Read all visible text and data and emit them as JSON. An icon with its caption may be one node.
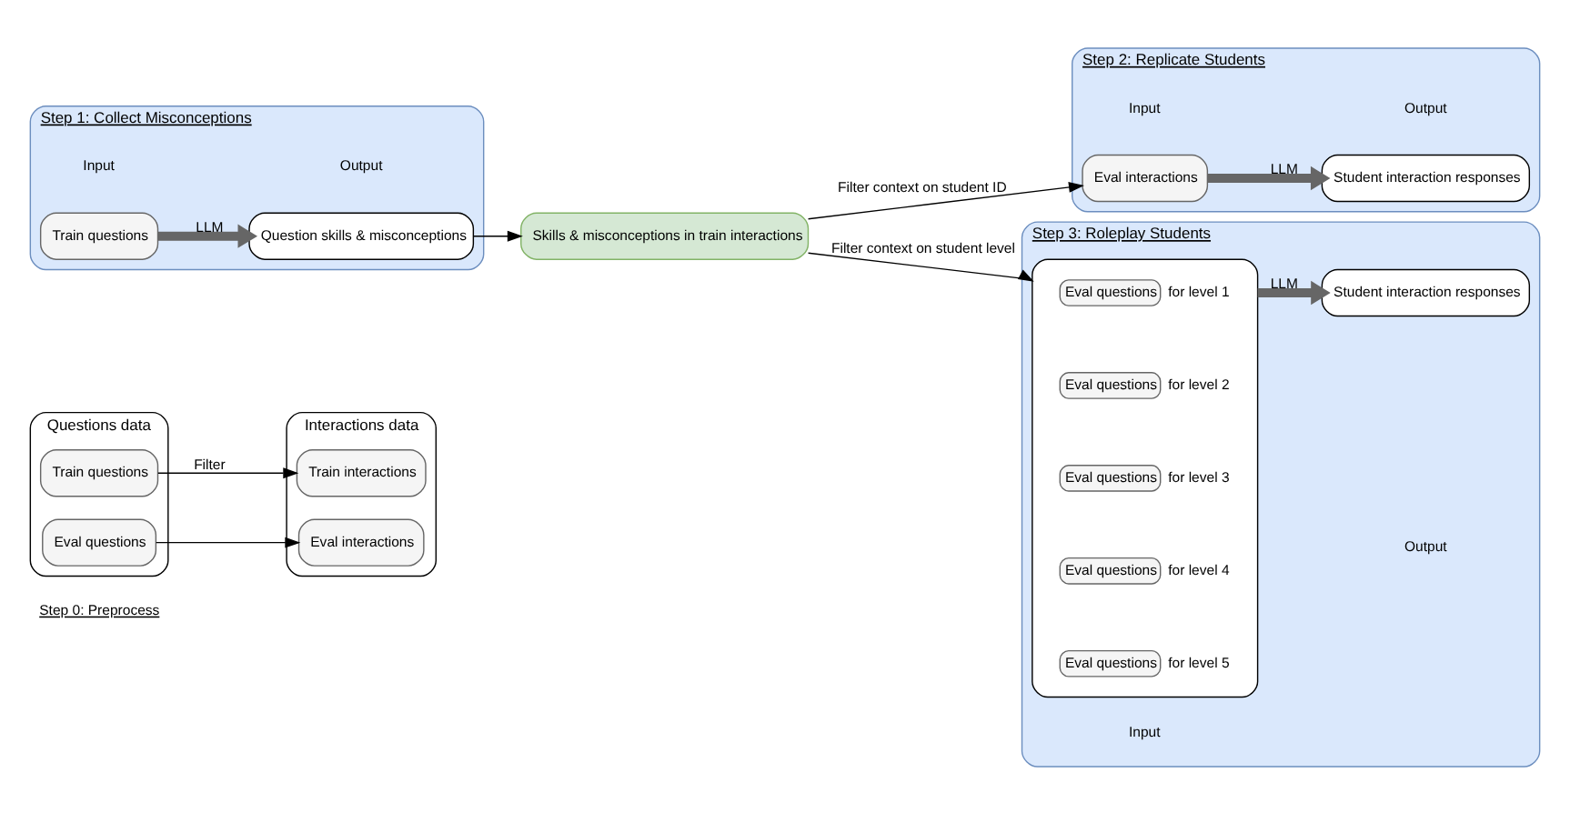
{
  "diagram": {
    "nodes": [
      {
        "text": [
          "Questions data"
        ]
      },
      {
        "text": [
          "Train questions"
        ],
        "in": 0
      },
      {
        "text": [
          "Eval questions"
        ],
        "in": 0
      },
      {
        "text": [
          "Interactions data"
        ]
      },
      {
        "text": [
          "Train interactions"
        ],
        "in": 3
      },
      {
        "text": [
          "Eval interactions"
        ],
        "in": 3
      },
      {
        "text": [
          "Step 1: Collect Misconceptions"
        ]
      },
      {
        "text": [
          "Train questions"
        ],
        "in": 6
      },
      {
        "text": [
          "Question skills & misconceptions"
        ],
        "in": 6
      },
      {
        "text": [
          "Skills & misconceptions in train interactions"
        ]
      },
      {
        "text": [
          "Step 2: Replicate Students"
        ]
      },
      {
        "text": [
          "Eval interactions"
        ],
        "in": 10
      },
      {
        "text": [
          "Student interaction responses"
        ],
        "in": 10
      },
      {
        "text": [
          "Step 3: Roleplay Students"
        ]
      },
      {
        "text": [],
        "shape": "box",
        "in": 13
      },
      {
        "text": [
          "Eval questions"
        ],
        "beside": [
          "for level 1"
        ],
        "in": 14
      },
      {
        "text": [
          "Eval questions"
        ],
        "beside": [
          "for level 2"
        ],
        "in": 14
      },
      {
        "text": [
          "Eval questions"
        ],
        "beside": [
          "for level 3"
        ],
        "in": 14
      },
      {
        "text": [
          "Eval questions"
        ],
        "beside": [
          "for level 4"
        ],
        "in": 14
      },
      {
        "text": [
          "Eval questions"
        ],
        "beside": [
          "for level 5"
        ],
        "in": 14
      },
      {
        "text": [
          "Student interaction responses"
        ],
        "in": 13
      }
    ],
    "edges": [
      {
        "from": 1,
        "to": 4,
        "arrow": "to",
        "label": "Filter"
      },
      {
        "from": 2,
        "to": 5,
        "arrow": "to"
      },
      {
        "from": 7,
        "to": 8,
        "arrow": "to",
        "label": "LLM",
        "style": "thick",
        "color": "#666666"
      },
      {
        "from": 8,
        "to": 9,
        "arrow": "to"
      },
      {
        "from": 9,
        "to": 11,
        "arrow": "to",
        "label": "Filter context on student ID"
      },
      {
        "from": 9,
        "to": 14,
        "arrow": "to",
        "label": "Filter context on student level"
      },
      {
        "from": 11,
        "to": 12,
        "arrow": "to",
        "label": "LLM",
        "style": "thick",
        "color": "#666666"
      },
      {
        "from": 14,
        "to": 20,
        "arrow": "to",
        "label": "LLM",
        "style": "thick",
        "color": "#666666"
      }
    ],
    "labels": [
      "Step 0: Preprocess",
      "Input",
      "Output",
      "Input",
      "Output",
      "Input",
      "Output"
    ]
  }
}
